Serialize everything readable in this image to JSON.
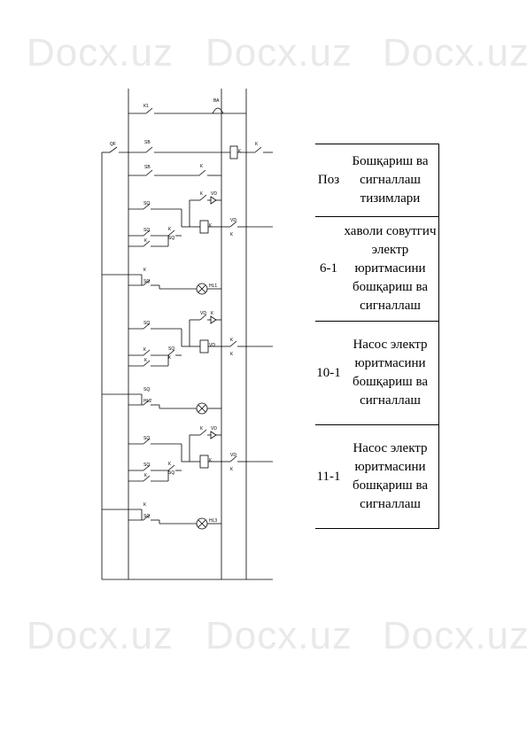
{
  "watermark": "Docx.uz",
  "schematic": {
    "labels": {
      "top_contact": "К1",
      "bell": "ВА",
      "main_breaker": "QF",
      "main_relay": "К",
      "main_relay_contact": "К",
      "sb_start": "SB",
      "sb_stop": "SB",
      "block1": [
        "SQ",
        "SQ",
        "К",
        "К",
        "SQ",
        "К",
        "VD",
        "К",
        "VD",
        "К",
        "К",
        "SQ",
        "HL1"
      ],
      "block2": [
        "SQ",
        "К",
        "К",
        "SQ",
        "К",
        "VD",
        "К",
        "VD",
        "К",
        "К",
        "SQ",
        "HL2"
      ],
      "block3": [
        "SQ",
        "SQ",
        "К",
        "К",
        "SQ",
        "К",
        "VD",
        "К",
        "VD",
        "К",
        "К",
        "SQ",
        "HL3"
      ]
    }
  },
  "table": {
    "header": {
      "pos": "Поз",
      "name": "Бошқариш ва сигналлаш тизимлари"
    },
    "rows": [
      {
        "pos": "6-1",
        "name": "хаволи совутгич электр юритмасини бошқариш ва сигналлаш"
      },
      {
        "pos": "10-1",
        "name": "Насос электр юритмасини бошқариш ва сигналлаш"
      },
      {
        "pos": "11-1",
        "name": "Насос электр юритмасини бошқариш ва сигналлаш"
      }
    ]
  }
}
